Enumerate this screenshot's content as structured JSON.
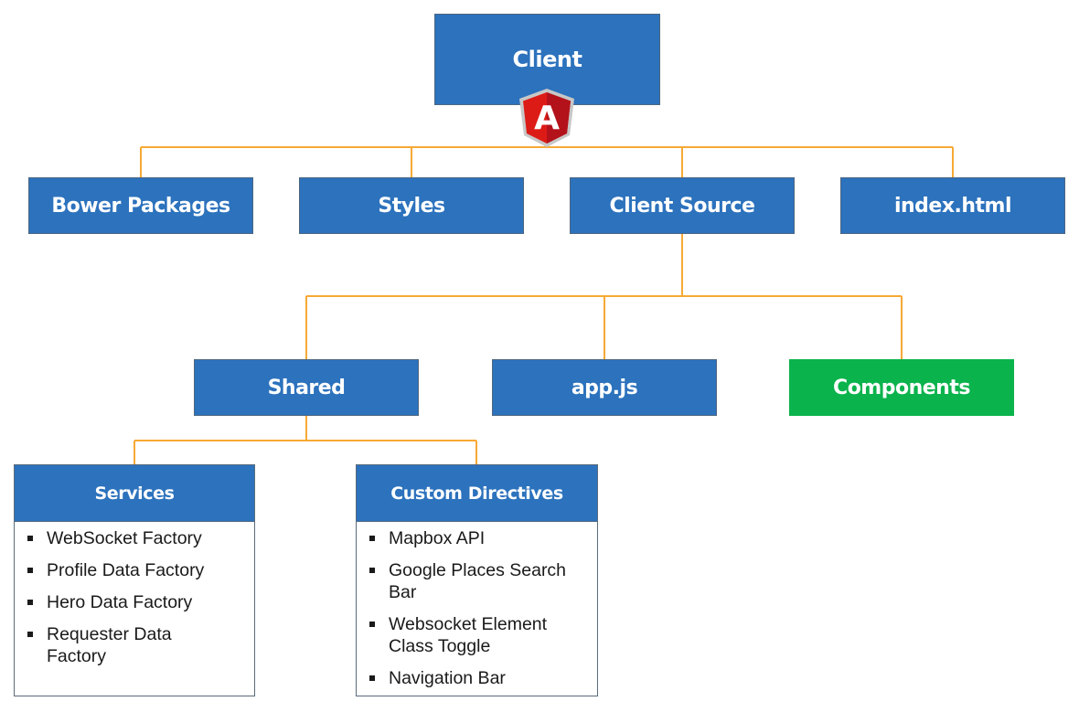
{
  "nodes": {
    "client": "Client",
    "bower_packages": "Bower Packages",
    "styles": "Styles",
    "client_source": "Client Source",
    "index_html": "index.html",
    "shared": "Shared",
    "app_js": "app.js",
    "components": "Components"
  },
  "logo": {
    "letter": "A",
    "icon": "angularjs-logo"
  },
  "services": {
    "title": "Services",
    "items": [
      "WebSocket Factory",
      "Profile Data Factory",
      "Hero Data Factory",
      "Requester Data Factory"
    ]
  },
  "custom_directives": {
    "title": "Custom Directives",
    "items": [
      "Mapbox API",
      "Google Places Search Bar",
      "Websocket Element Class Toggle",
      "Navigation Bar"
    ]
  },
  "colors": {
    "box_blue": "#2c72bd",
    "box_green": "#0ab34c",
    "connector_orange": "#f7a935"
  }
}
